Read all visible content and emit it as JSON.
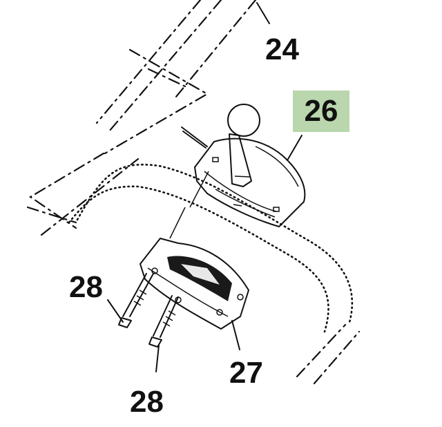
{
  "callouts": {
    "part_24": "24",
    "part_26": "26",
    "part_27": "27",
    "part_28_left": "28",
    "part_28_bottom": "28"
  },
  "colors": {
    "highlight": "#b9d6ad",
    "ink": "#111111"
  }
}
